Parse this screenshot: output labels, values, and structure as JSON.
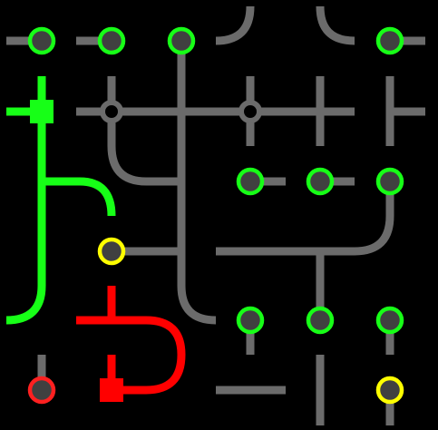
{
  "puzzle": {
    "grid": {
      "cols": 6,
      "rows": 6
    },
    "colors": {
      "background": "#000000",
      "inactive_pipe": "#6b6b6b",
      "powered_pipe": "#17ff17",
      "error_pipe": "#ff0000",
      "endpoint_fill": "#404040",
      "endpoint_unpowered_ring": "#ffff00",
      "endpoint_conflict_ring": "#ff2020"
    },
    "sources": [
      {
        "name": "green-power-source",
        "color": "#17ff17",
        "cell": [
          0,
          1
        ]
      },
      {
        "name": "red-power-source",
        "color": "#ff0000",
        "cell": [
          1,
          5
        ]
      }
    ],
    "endpoint_counts": {
      "powered": 10,
      "unpowered": 2,
      "conflict": 1
    }
  }
}
